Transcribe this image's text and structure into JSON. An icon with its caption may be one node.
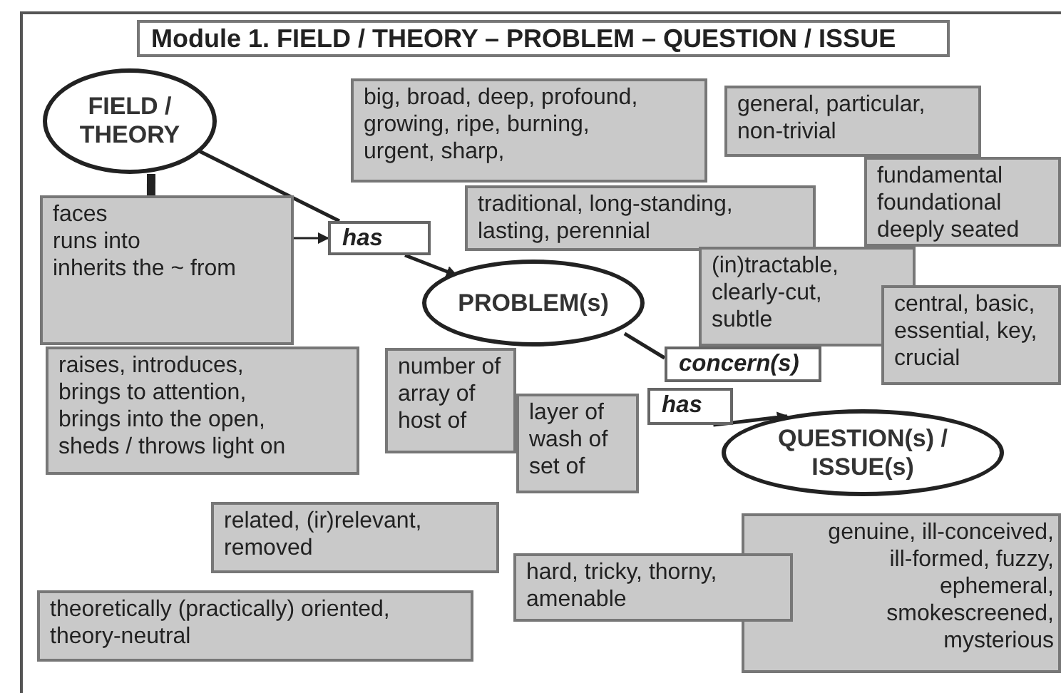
{
  "diagram": {
    "title": "Module 1. FIELD / THEORY – PROBLEM – QUESTION / ISSUE",
    "nodes": [
      {
        "text": [
          "FIELD / THEORY"
        ]
      },
      {
        "text": [
          "big, broad, deep, profound, growing, ripe, burning, urgent, sharp,"
        ]
      },
      {
        "text": [
          "general, particular, non-trivial"
        ]
      },
      {
        "text": [
          "fundamental",
          "foundational",
          "deeply seated"
        ]
      },
      {
        "text": [
          "traditional, long-standing, lasting, perennial"
        ]
      },
      {
        "text": [
          "faces",
          "runs into",
          "inherits the ~ from"
        ]
      },
      {
        "text": [
          "has"
        ]
      },
      {
        "text": [
          "PROBLEM(s)"
        ]
      },
      {
        "text": [
          "(in)tractable, clearly-cut, subtle"
        ]
      },
      {
        "text": [
          "central, basic, essential, key, crucial"
        ]
      },
      {
        "text": [
          "raises, introduces, brings to attention, brings into the open, sheds / throws light on"
        ]
      },
      {
        "text": [
          "number of",
          "array of",
          "host of"
        ]
      },
      {
        "text": [
          "layer of",
          "wash of",
          "set of"
        ]
      },
      {
        "text": [
          "concern(s)"
        ]
      },
      {
        "text": [
          "has"
        ]
      },
      {
        "text": [
          "QUESTION(s) / ISSUE(s)"
        ]
      },
      {
        "text": [
          "related, (ir)relevant, removed"
        ]
      },
      {
        "text": [
          "genuine, ill-conceived, ill-formed, fuzzy, ephemeral, smokescreened, mysterious"
        ]
      },
      {
        "text": [
          "hard, tricky, thorny, amenable"
        ]
      },
      {
        "text": [
          "theoretically (practically) oriented, theory-neutral"
        ]
      }
    ],
    "edges": [
      {
        "from": 0,
        "to": 5,
        "arrow": "none",
        "style": "thick"
      },
      {
        "from": 0,
        "to": 6,
        "arrow": "none"
      },
      {
        "from": 6,
        "to": 7,
        "arrow": "to"
      },
      {
        "from": 5,
        "to": 6,
        "arrow": "to"
      },
      {
        "from": 7,
        "to": 13,
        "arrow": "none"
      },
      {
        "from": 14,
        "to": 15,
        "arrow": "to"
      }
    ]
  }
}
